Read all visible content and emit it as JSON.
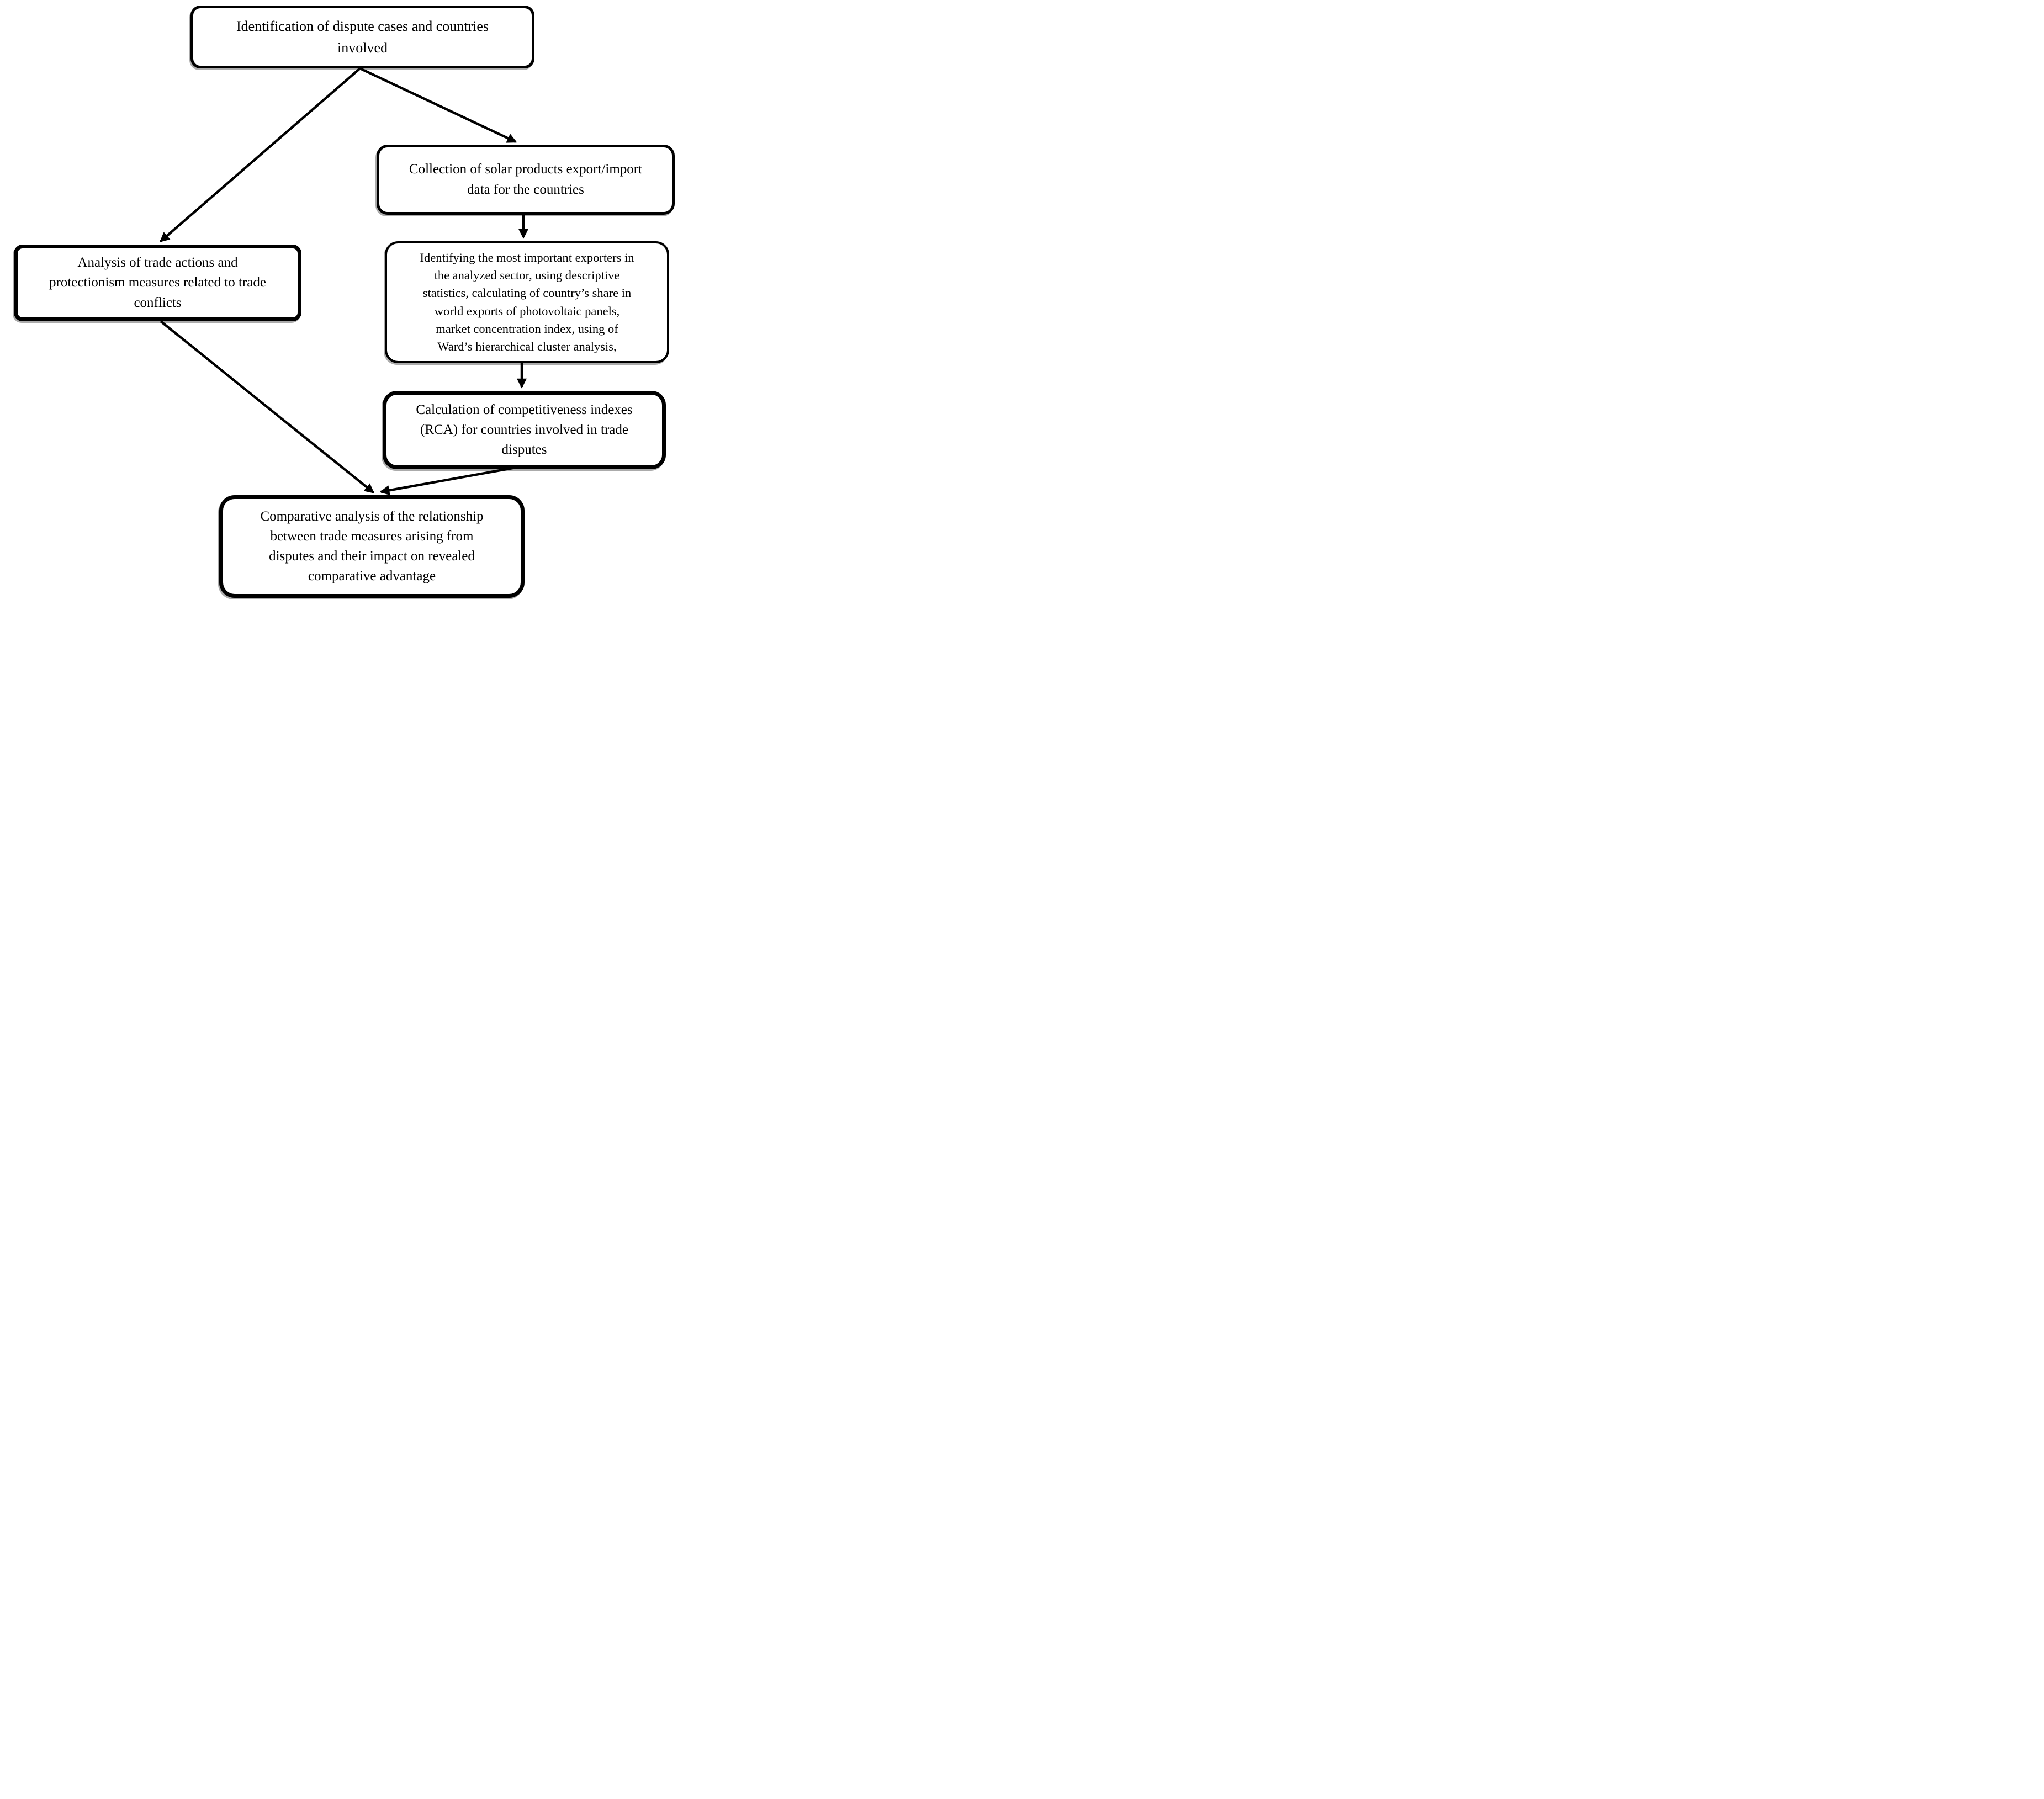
{
  "colors": {
    "background": "#ffffff",
    "line": "#000000",
    "shadow": "#ababab"
  },
  "boxes": [
    {
      "id": "identification",
      "text": "Identification of dispute cases and countries\ninvolved"
    },
    {
      "id": "collection",
      "text": "Collection of solar products export/import\ndata for the countries"
    },
    {
      "id": "identifying",
      "text": "Identifying the most important exporters in\nthe analyzed sector, using descriptive\nstatistics, calculating of country’s share in\nworld exports of photovoltaic panels,\nmarket concentration index, using of\nWard’s hierarchical cluster analysis,"
    },
    {
      "id": "calculation",
      "text": "Calculation of competitiveness indexes\n(RCA) for countries involved in trade\ndisputes"
    },
    {
      "id": "analysis",
      "text": "Analysis of trade actions and\nprotectionism measures related to trade\nconflicts"
    },
    {
      "id": "comparative",
      "text": "Comparative analysis of the relationship\nbetween trade measures arising from\ndisputes and their impact on revealed\ncomparative advantage"
    }
  ],
  "arrows": [
    {
      "from": "identification",
      "to": "analysis"
    },
    {
      "from": "identification",
      "to": "collection"
    },
    {
      "from": "collection",
      "to": "identifying"
    },
    {
      "from": "identifying",
      "to": "calculation"
    },
    {
      "from": "analysis",
      "to": "comparative"
    },
    {
      "from": "calculation",
      "to": "comparative"
    }
  ]
}
